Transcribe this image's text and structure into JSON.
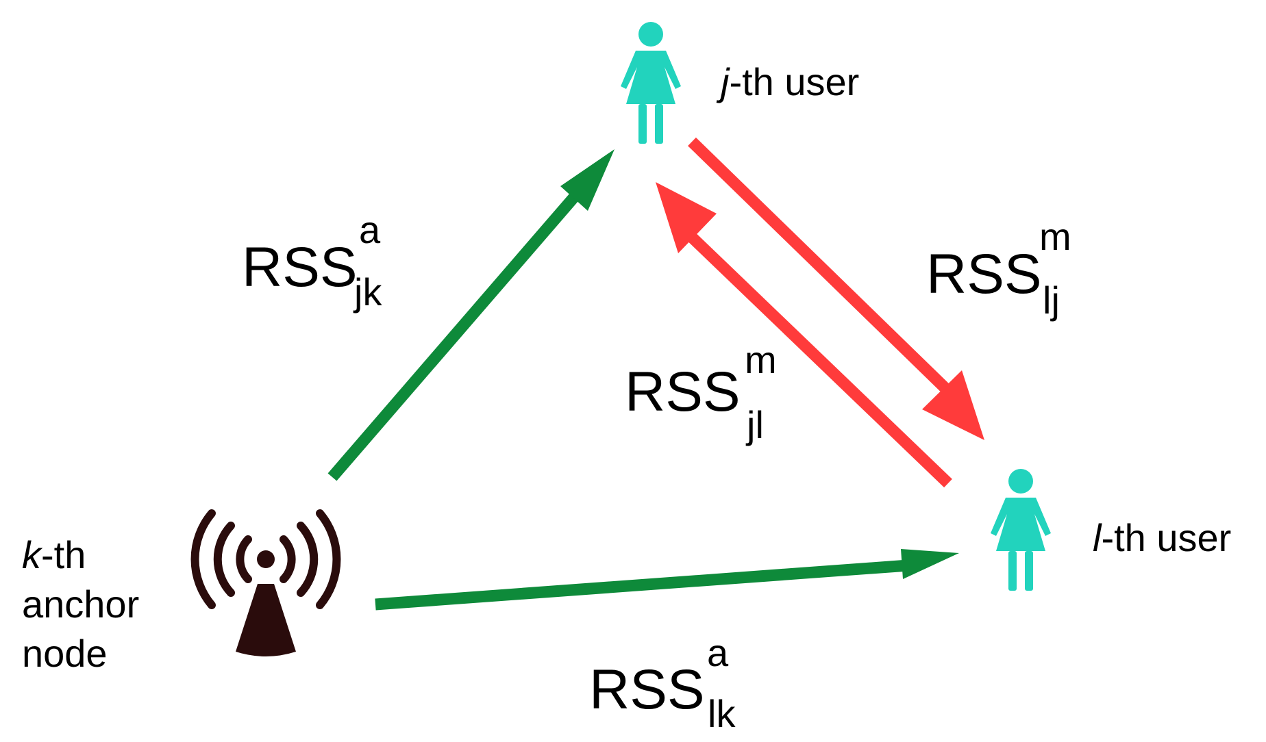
{
  "colors": {
    "anchor_link": "#0e8a3a",
    "user_link": "#ff3b3b",
    "user_icon": "#22d3bd",
    "anchor_icon": "#2a0c0c",
    "text": "#000000"
  },
  "nodes": {
    "j_user": {
      "icon": "female-user-icon",
      "var": "j",
      "suffix": "-th user"
    },
    "l_user": {
      "icon": "female-user-icon",
      "var": "l",
      "suffix": "-th user"
    },
    "k_anchor": {
      "icon": "antenna-broadcast-icon",
      "var": "k",
      "line1_suffix": "-th",
      "line2": "anchor",
      "line3": "node"
    }
  },
  "links": {
    "rss_jk": {
      "base": "RSS",
      "sup": "a",
      "sub": "jk"
    },
    "rss_lj": {
      "base": "RSS",
      "sup": "m",
      "sub": "lj"
    },
    "rss_jl": {
      "base": "RSS",
      "sup": "m",
      "sub": "jl"
    },
    "rss_lk": {
      "base": "RSS",
      "sup": "a",
      "sub": "lk"
    }
  }
}
